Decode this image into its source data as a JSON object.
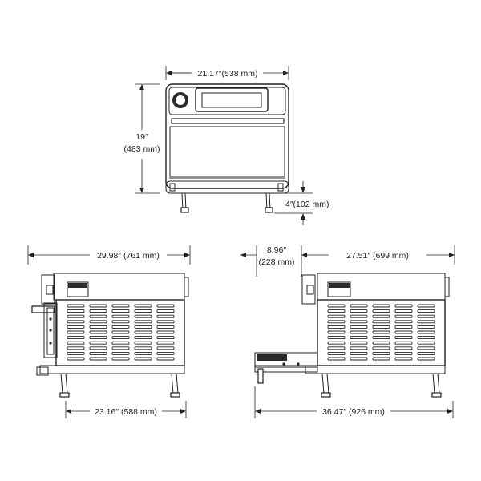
{
  "dimensions": {
    "front_width": "21.17″(538 mm)",
    "front_height_in": "19″",
    "front_height_mm": "(483 mm)",
    "leg_height": "4″(102 mm)",
    "side_depth": "29.98″ (761 mm)",
    "side_base_depth": "23.16″ (588 mm)",
    "open_door_in": "8.96″",
    "open_door_mm": "(228 mm)",
    "open_depth": "27.51″ (699 mm)",
    "open_total_depth": "36.47″ (926 mm)"
  }
}
